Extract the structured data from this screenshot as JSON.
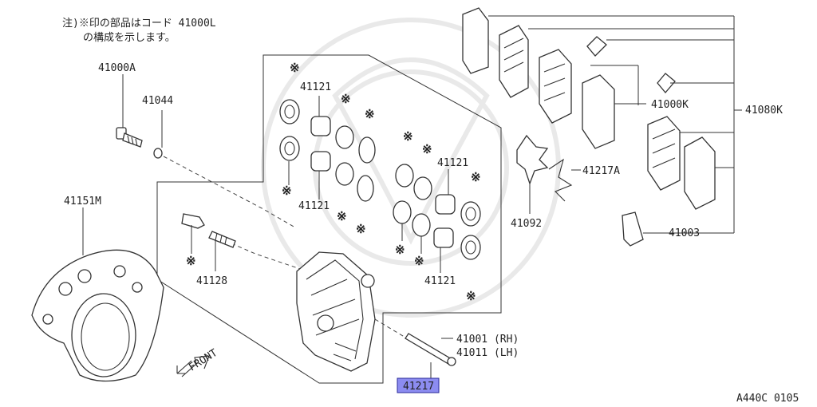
{
  "note": {
    "line1": "注)※印の部品はコード 41000L",
    "line2": "の構成を示します。"
  },
  "asterisk": "※",
  "labels": {
    "p41000A": "41000A",
    "p41044": "41044",
    "p41151M": "41151M",
    "p41128": "41128",
    "p41121_a": "41121",
    "p41121_b": "41121",
    "p41121_c": "41121",
    "p41121_d": "41121",
    "p41092": "41092",
    "p41217A": "41217A",
    "p41000K": "41000K",
    "p41080K": "41080K",
    "p41003": "41003",
    "p41001": "41001 (RH)",
    "p41011": "41011 (LH)",
    "p41217": "41217",
    "front": "FRONT",
    "code": "A440C 0105"
  },
  "highlight_color": "#8c8cf0"
}
